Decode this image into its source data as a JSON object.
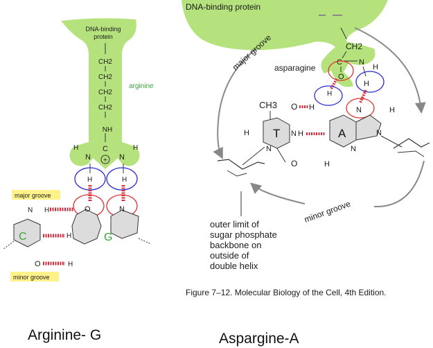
{
  "left_panel": {
    "protein_label_line1": "DNA-binding",
    "protein_label_line2": "protein",
    "chain_labels": [
      "CH2",
      "CH2",
      "CH2",
      "CH2",
      "NH"
    ],
    "residue_name": "arginine",
    "charge": "+",
    "atom_C": "C",
    "atom_N": "N",
    "atom_H": "H",
    "atom_O": "O",
    "major_groove_label": "major groove",
    "minor_groove_label": "minor groove",
    "base_C": "C",
    "base_G": "G",
    "caption": "Arginine- G"
  },
  "right_panel": {
    "protein_label": "DNA-binding protein",
    "residue_name": "asparagine",
    "chain_labels": [
      "CH2",
      "C",
      "N",
      "H",
      "H"
    ],
    "methyl_label": "CH3",
    "base_T": "T",
    "base_A": "A",
    "major_groove_label": "major groove",
    "minor_groove_label": "minor groove",
    "outer_limit_lines": [
      "outer limit of",
      "sugar phosphate",
      "backbone on",
      "outside of",
      "double helix"
    ],
    "figure_caption": "Figure 7–12. Molecular Biology of the Cell, 4th Edition.",
    "caption": "Aspargine-A"
  },
  "colors": {
    "protein_green": "#b5e27c",
    "residue_label_green": "#3aa53a",
    "hbond_red": "#d42a3a",
    "circle_red": "#e03030",
    "circle_blue": "#2a2ad0",
    "base_fill": "#dcdcdc",
    "groove_label_bg": "#fff28a",
    "arrow_gray": "#888888"
  }
}
